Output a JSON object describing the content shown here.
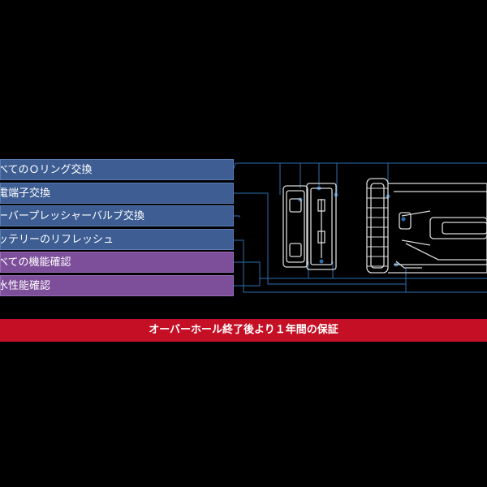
{
  "labels": [
    {
      "text": "べてのＯリング交換",
      "color": "blue"
    },
    {
      "text": "電端子交換",
      "color": "blue"
    },
    {
      "text": "ーバープレッシャーバルブ交換",
      "color": "blue"
    },
    {
      "text": "ッテリーのリフレッシュ",
      "color": "blue"
    },
    {
      "text": "べての機能確認",
      "color": "purple"
    },
    {
      "text": "水性能確認",
      "color": "purple"
    }
  ],
  "banner": {
    "text": "オーバーホール終了後より１年間の保証"
  },
  "colors": {
    "blue_box": "#3d5d93",
    "purple_box": "#7d4f9b",
    "banner_red": "#c40f24",
    "leader_line": "#2d6fb0",
    "drawing_line": "#d8d8d8"
  }
}
